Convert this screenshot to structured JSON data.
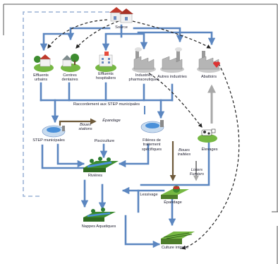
{
  "nodes": {
    "source": "Source",
    "eff_urbains": "Effluents urbains",
    "centres_dentaires": "Centres dentaires",
    "eff_hospitaliers": "Effluents hospitaliers",
    "ind_pharma": "Industries pharmaceutiques",
    "autres_industries": "Autres industries",
    "abattoirs": "Abattoirs",
    "raccordement": "Raccordement aux STEP municipales",
    "boues_stations": "Boues stations",
    "epandage_top": "Épandage",
    "step_municipales": "STEP municipales",
    "pisciculture": "Pisciculture",
    "filieres": "Filières de traitement spécifiques",
    "boues_traitees": "Boues traitées",
    "elevages": "Élevages",
    "rivieres": "Rivières",
    "lisiers_fumiers": "Lisiers Fumiers",
    "lessivage": "Lessivage",
    "epandage": "Épandage",
    "nappes": "Nappes Aquatiques",
    "culture": "Culture irriguée"
  },
  "colors": {
    "flow": "#5b86c0",
    "dashed": "#222222",
    "sludge": "#6e5a3a",
    "grey_arrow": "#a8a8a8",
    "frame_dash": "#9cb4d6"
  },
  "icons": [
    "house-icon",
    "factory-icon",
    "hospital-icon",
    "tank-icon",
    "river-icon",
    "field-icon",
    "cow-icon"
  ]
}
